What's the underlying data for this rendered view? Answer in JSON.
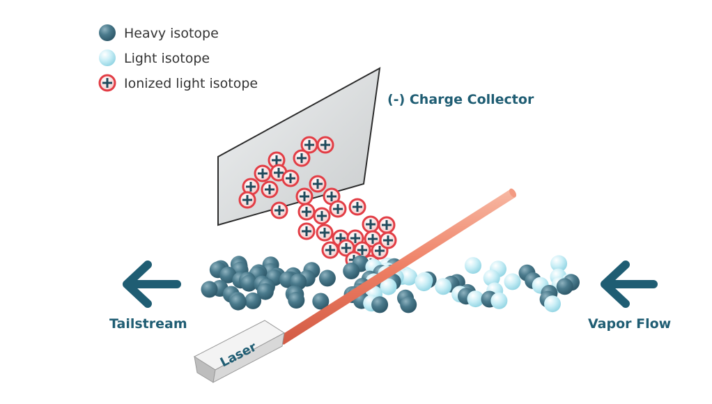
{
  "legend": {
    "heavy": "Heavy isotope",
    "light": "Light isotope",
    "ionized": "Ionized light isotope"
  },
  "labels": {
    "collector": "(-) Charge Collector",
    "tailstream": "Tailstream",
    "vapor_flow": "Vapor Flow",
    "laser": "Laser"
  },
  "colors": {
    "heavy": "#3e6d7f",
    "light": "#bfe9f3",
    "ionized_ring": "#e23d45",
    "ionized_fill": "#f7d3d3",
    "label_text": "#1f5d73",
    "arrow": "#1f5d73",
    "beam": "#f08a6e",
    "collector_plate": "#d9dbdc"
  },
  "icons": {
    "tailstream_arrow": "arrow-left-icon",
    "vapor_arrow": "arrow-left-icon",
    "ion_symbol": "plus-icon"
  }
}
